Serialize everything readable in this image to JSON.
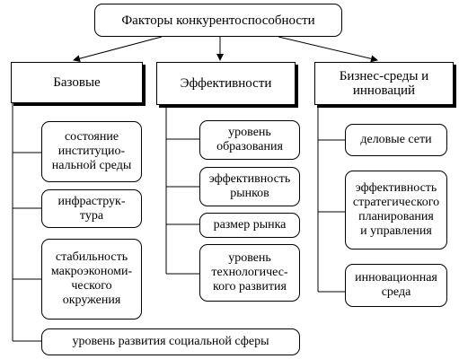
{
  "diagram": {
    "title": "Факторы конкурентоспособности",
    "categories": [
      {
        "label": "Базовые",
        "items": [
          "состояние\nинституцио-\nнальной среды",
          "инфраструк-\nтура",
          "стабильность\nмакроэкономи-\nческого\nокружения",
          "уровень развития социальной сферы"
        ]
      },
      {
        "label": "Эффективности",
        "items": [
          "уровень\nобразования",
          "эффективность\nрынков",
          "размер рынка",
          "уровень\nтехнологичес-\nкого развития"
        ]
      },
      {
        "label": "Бизнес-среды и\nинноваций",
        "items": [
          "деловые сети",
          "эффективность\nстратегического\nпланирования\nи управления",
          "инновационная\nсреда"
        ]
      }
    ]
  }
}
